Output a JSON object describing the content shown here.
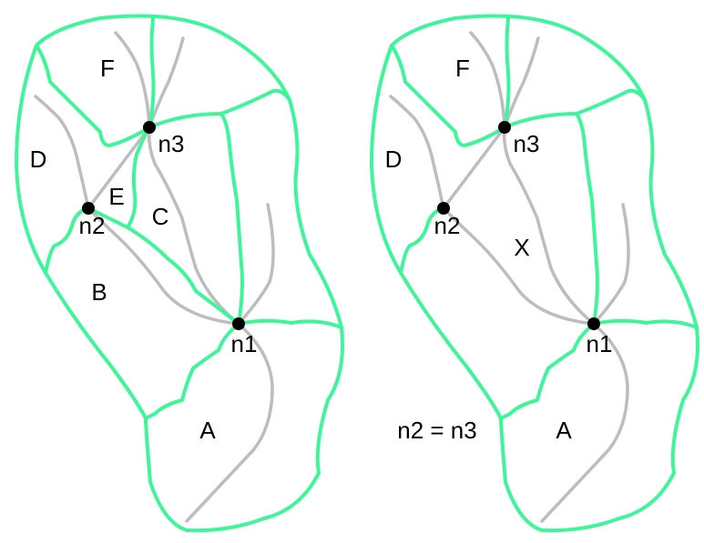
{
  "colors": {
    "boundary": "#3ff59a",
    "stream": "#bdbdbd",
    "node": "#000000",
    "text": "#000000",
    "background": "#ffffff"
  },
  "left_panel": {
    "regions": {
      "a": "A",
      "b": "B",
      "c": "C",
      "d": "D",
      "e": "E",
      "f": "F"
    },
    "nodes": {
      "n1": "n1",
      "n2": "n2",
      "n3": "n3"
    }
  },
  "right_panel": {
    "regions": {
      "a": "A",
      "d": "D",
      "f": "F",
      "x": "X"
    },
    "nodes": {
      "n1": "n1",
      "n2": "n2",
      "n3": "n3"
    },
    "caption": "n2 = n3"
  }
}
